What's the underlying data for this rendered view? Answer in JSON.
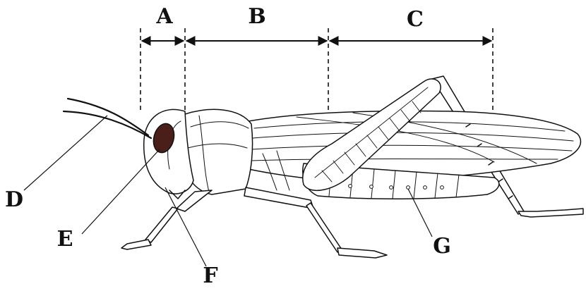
{
  "labels": {
    "A": "A",
    "B": "B",
    "C": "C",
    "D": "D",
    "E": "E",
    "F": "F",
    "G": "G"
  },
  "colors": {
    "line": "#111111",
    "eye": "#4a1f1a",
    "background": "#ffffff"
  }
}
